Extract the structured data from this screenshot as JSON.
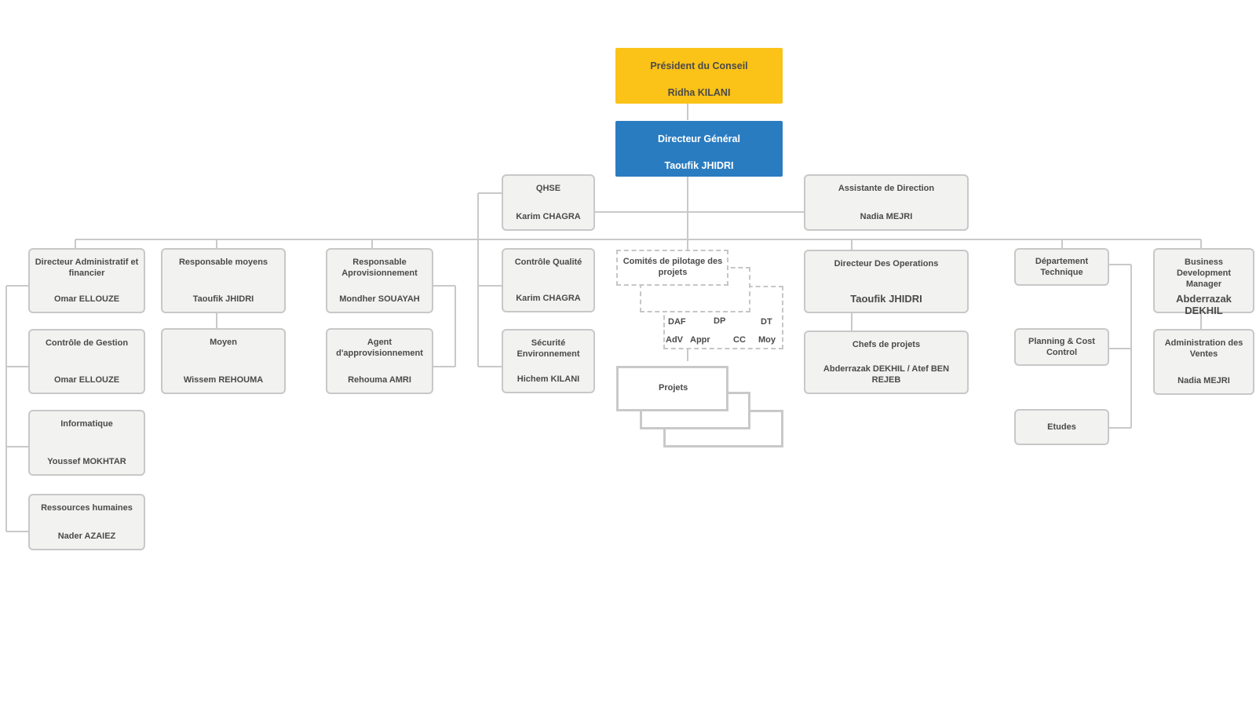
{
  "president": {
    "title": "Président du Conseil",
    "name": "Ridha KILANI"
  },
  "dg": {
    "title": "Directeur Général",
    "name": "Taoufik JHIDRI"
  },
  "qhse": {
    "title": "QHSE",
    "name": "Karim CHAGRA"
  },
  "assistante": {
    "title": "Assistante de Direction",
    "name": "Nadia MEJRI"
  },
  "daf": {
    "title": "Directeur Administratif et financier",
    "name": "Omar ELLOUZE"
  },
  "controle_gestion": {
    "title": "Contrôle de Gestion",
    "name": "Omar ELLOUZE"
  },
  "informatique": {
    "title": "Informatique",
    "name": "Youssef MOKHTAR"
  },
  "rh": {
    "title": "Ressources humaines",
    "name": "Nader AZAIEZ"
  },
  "resp_moyens": {
    "title": "Responsable moyens",
    "name": "Taoufik JHIDRI"
  },
  "moyen": {
    "title": "Moyen",
    "name": "Wissem REHOUMA"
  },
  "resp_appro": {
    "title": "Responsable Aprovisionnement",
    "name": "Mondher SOUAYAH"
  },
  "agent_appro": {
    "title": "Agent d'approvisionnement",
    "name": "Rehouma AMRI"
  },
  "controle_qualite": {
    "title": "Contrôle Qualité",
    "name": "Karim CHAGRA"
  },
  "securite": {
    "title": "Sécurité Environnement",
    "name": "Hichem KILANI"
  },
  "comites": {
    "title": "Comités de pilotage des projets"
  },
  "comites_members": {
    "daf": "DAF",
    "dp": "DP",
    "dt": "DT",
    "adv": "AdV",
    "appr": "Appr",
    "cc": "CC",
    "moy": "Moy"
  },
  "projets": {
    "title": "Projets"
  },
  "dir_operations": {
    "title": "Directeur Des Operations",
    "name": "Taoufik JHIDRI"
  },
  "chefs_projets": {
    "title": "Chefs de projets",
    "name": "Abderrazak DEKHIL / Atef BEN REJEB"
  },
  "dept_technique": {
    "title": "Département Technique"
  },
  "planning": {
    "title": "Planning & Cost Control"
  },
  "etudes": {
    "title": "Etudes"
  },
  "bdm": {
    "title": "Business Development Manager",
    "name": "Abderrazak DEKHIL"
  },
  "admin_ventes": {
    "title": "Administration des Ventes",
    "name": "Nadia MEJRI"
  }
}
